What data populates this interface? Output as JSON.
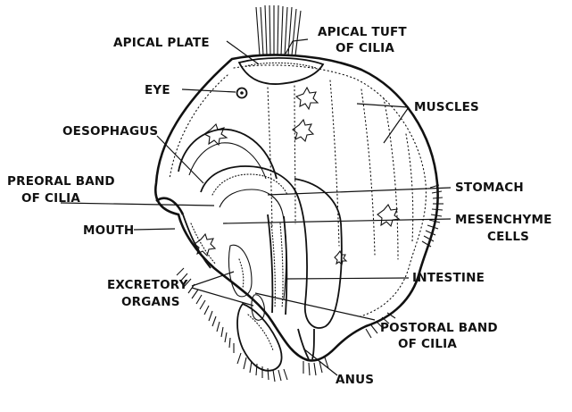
{
  "labels": {
    "apical_plate": "APICAL PLATE",
    "apical_tuft_line1": "APICAL TUFT",
    "apical_tuft_line2": "OF CILIA",
    "eye": "EYE",
    "muscles": "MUSCLES",
    "oesophagus": "OESOPHAGUS",
    "preoral_line1": "PREORAL BAND",
    "preoral_line2": "OF CILIA",
    "stomach": "STOMACH",
    "mouth": "MOUTH",
    "mesenchyme_line1": "MESENCHYME",
    "mesenchyme_line2": "CELLS",
    "excretory_line1": "EXCRETORY",
    "excretory_line2": "ORGANS",
    "intestine": "INTESTINE",
    "postoral_line1": "POSTORAL BAND",
    "postoral_line2": "OF CILIA",
    "anus": "ANUS"
  },
  "colors": {
    "ink": "#111111",
    "background": "#ffffff"
  }
}
